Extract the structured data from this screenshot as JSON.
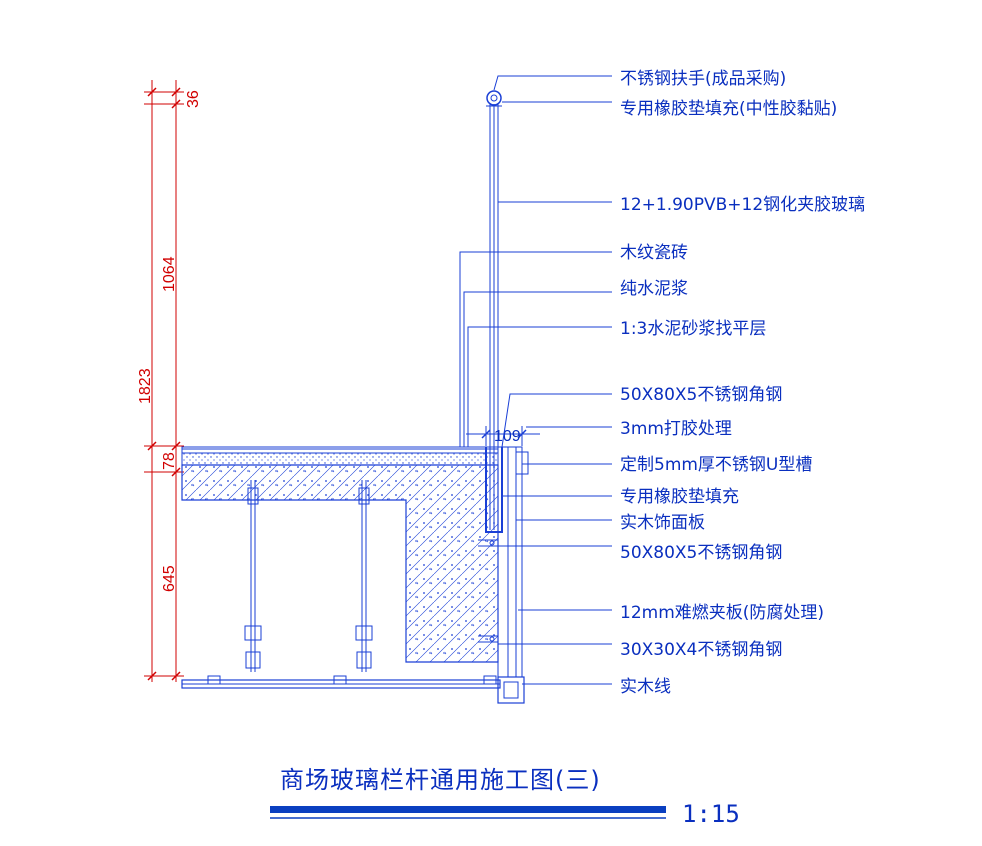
{
  "colors": {
    "line": "#1a3fd6",
    "text": "#0a2fbf",
    "dimension": "#d10000",
    "title_bar": "#0a3fc0"
  },
  "dimensions": {
    "d36": "36",
    "d1064": "1064",
    "d1823": "1823",
    "d78": "78",
    "d645": "645",
    "d109": "109"
  },
  "callouts": [
    "不锈钢扶手(成品采购)",
    "专用橡胶垫填充(中性胶黏贴)",
    "12+1.90PVB+12钢化夹胶玻璃",
    "木纹瓷砖",
    "纯水泥浆",
    "1:3水泥砂浆找平层",
    "50X80X5不锈钢角钢",
    "3mm打胶处理",
    "定制5mm厚不锈钢U型槽",
    "专用橡胶垫填充",
    "实木饰面板",
    "50X80X5不锈钢角钢",
    "12mm难燃夹板(防腐处理)",
    "30X30X4不锈钢角钢",
    "实木线"
  ],
  "title": "商场玻璃栏杆通用施工图(三)",
  "scale": "1:15"
}
